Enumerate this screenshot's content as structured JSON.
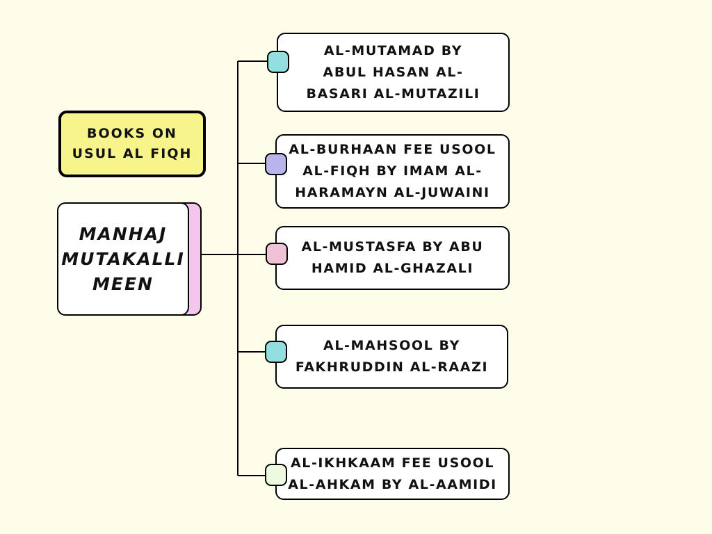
{
  "title": {
    "text": "BOOKS ON\nUSUL AL FIQH",
    "color": "#f8f48c"
  },
  "main": {
    "text": "MANHAJ\nMUTAKALLI\nMEEN",
    "shadow_color": "#f4c6ee"
  },
  "branches": [
    {
      "text": "AL-MUTAMAD BY\nABUL HASAN AL-\nBASARI AL-MUTAZILI",
      "node_color": "#93dfe0"
    },
    {
      "text": "AL-BURHAAN FEE USOOL\nAL-FIQH BY IMAM AL-\nHARAMAYN AL-JUWAINI",
      "node_color": "#b8b4ec"
    },
    {
      "text": "AL-MUSTASFA BY ABU\nHAMID AL-GHAZALI",
      "node_color": "#efc2d6"
    },
    {
      "text": "AL-MAHSOOL BY\nFAKHRUDDIN AL-RAAZI",
      "node_color": "#93dfe0"
    },
    {
      "text": "AL-IKHKAAM FEE USOOL\nAL-AHKAM BY AL-AAMIDI",
      "node_color": "#eefae0"
    }
  ]
}
